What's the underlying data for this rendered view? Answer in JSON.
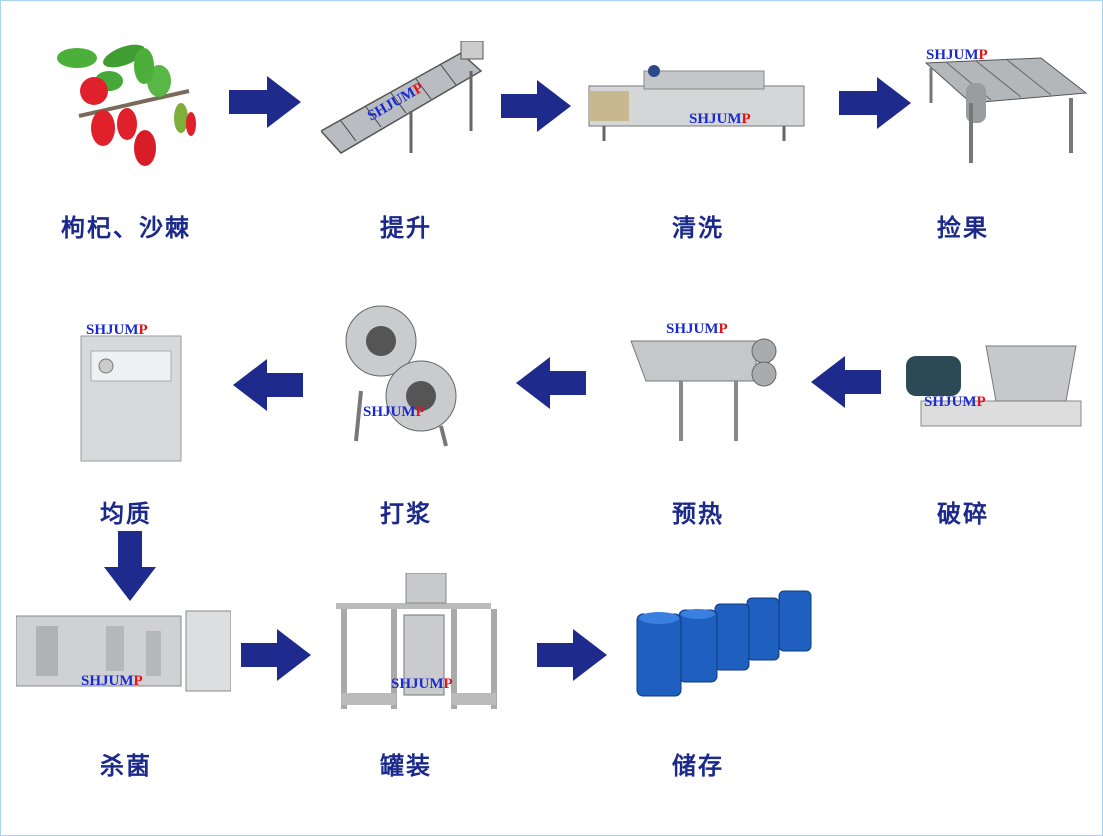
{
  "colors": {
    "arrow": "#1e2a8c",
    "label": "#1b2a8a",
    "border": "#a8d4ee",
    "watermark_blue": "#1a2ad0",
    "watermark_red": "#e0141e"
  },
  "watermark": {
    "blue": "SHJUM",
    "red": "P"
  },
  "steps": [
    {
      "label": "枸杞、沙棘"
    },
    {
      "label": "提升"
    },
    {
      "label": "清洗"
    },
    {
      "label": "捡果"
    },
    {
      "label": "破碎"
    },
    {
      "label": "预热"
    },
    {
      "label": "打浆"
    },
    {
      "label": "均质"
    },
    {
      "label": "杀菌"
    },
    {
      "label": "罐装"
    },
    {
      "label": "储存"
    }
  ]
}
